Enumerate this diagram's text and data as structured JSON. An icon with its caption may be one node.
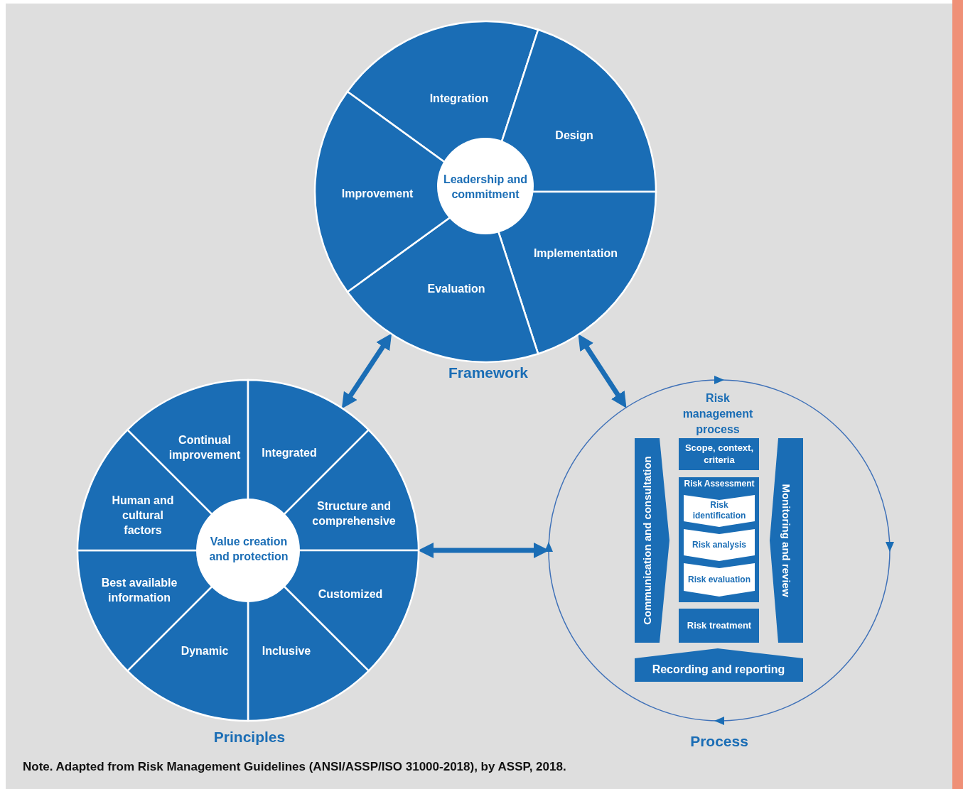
{
  "diagram": {
    "caption": "Note. Adapted from Risk Management Guidelines (ANSI/ASSP/ISO 31000-2018), by ASSP, 2018.",
    "nodes": [
      {
        "text": [
          "Framework"
        ]
      },
      {
        "text": [
          "Integration"
        ],
        "in": 0
      },
      {
        "text": [
          "Design"
        ],
        "in": 0
      },
      {
        "text": [
          "Implementation"
        ],
        "in": 0
      },
      {
        "text": [
          "Evaluation"
        ],
        "in": 0
      },
      {
        "text": [
          "Improvement"
        ],
        "in": 0
      },
      {
        "text": [
          "Leadership and commitment"
        ],
        "in": 0
      },
      {
        "text": [
          "Principles"
        ]
      },
      {
        "text": [
          "Continual improvement"
        ],
        "in": 7
      },
      {
        "text": [
          "Integrated"
        ],
        "in": 7
      },
      {
        "text": [
          "Structure and comprehensive"
        ],
        "in": 7
      },
      {
        "text": [
          "Customized"
        ],
        "in": 7
      },
      {
        "text": [
          "Inclusive"
        ],
        "in": 7
      },
      {
        "text": [
          "Dynamic"
        ],
        "in": 7
      },
      {
        "text": [
          "Best available information"
        ],
        "in": 7
      },
      {
        "text": [
          "Human and cultural factors"
        ],
        "in": 7
      },
      {
        "text": [
          "Value creation and protection"
        ],
        "in": 7
      },
      {
        "text": [
          "Process"
        ]
      },
      {
        "text": [
          "Communication and consultation"
        ],
        "in": 17
      },
      {
        "text": [
          "Scope, context, criteria"
        ],
        "in": 17
      },
      {
        "text": [
          "Risk Assessment"
        ],
        "in": 17
      },
      {
        "text": [
          "Risk identification"
        ],
        "in": 20
      },
      {
        "text": [
          "Risk analysis"
        ],
        "in": 20
      },
      {
        "text": [
          "Risk evaluation"
        ],
        "in": 20
      },
      {
        "text": [
          "Risk treatment"
        ],
        "in": 17
      },
      {
        "text": [
          "Monitoring and review"
        ],
        "in": 17
      },
      {
        "text": [
          "Recording and reporting"
        ],
        "in": 17
      }
    ],
    "edges": [
      {
        "from": 7,
        "to": 0,
        "arrow": "both"
      },
      {
        "from": 0,
        "to": 17,
        "arrow": "both"
      },
      {
        "from": 7,
        "to": 17,
        "arrow": "both"
      }
    ],
    "labels": [
      "Risk management process"
    ]
  }
}
